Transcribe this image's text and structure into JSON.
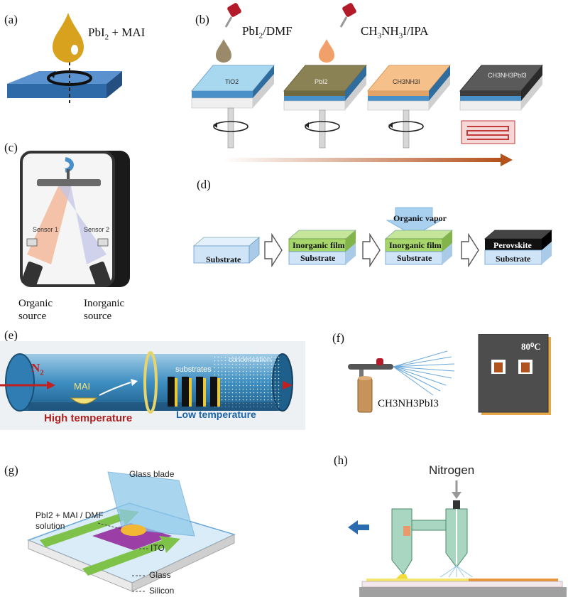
{
  "panels": {
    "a": {
      "label": "(a)",
      "drop_text_main": "PbI",
      "drop_text_sub": "2",
      "drop_text_rest": " + MAI"
    },
    "b": {
      "label": "(b)",
      "pipette1_main": "PbI",
      "pipette1_sub": "2",
      "pipette1_rest": "/DMF",
      "pipette2_text": "CH",
      "pipette2_sub1": "3",
      "pipette2_mid": "NH",
      "pipette2_sub2": "3",
      "pipette2_rest": "I/IPA",
      "layers": [
        "TiO2",
        "PbI2",
        "CH3NH3I",
        "CH3NH3PbI3"
      ]
    },
    "c": {
      "label": "(c)",
      "sensor1": "Sensor 1",
      "sensor2": "Sensor 2",
      "source_left_1": "Organic",
      "source_left_2": "source",
      "source_right_1": "Inorganic",
      "source_right_2": "source"
    },
    "d": {
      "label": "(d)",
      "step1": "Substrate",
      "step2_film": "Inorganic film",
      "step2_sub": "Substrate",
      "vapor": "Organic vapor",
      "step3_film": "Inorganic film",
      "step3_sub": "Substrate",
      "step4_top": "Perovskite",
      "step4_sub": "Substrate"
    },
    "e": {
      "label": "(e)",
      "gas": "N",
      "gas_sub": "2",
      "mai": "MAI",
      "substrates": "substrates",
      "condensation_1": "MAI",
      "condensation_2": "condensation",
      "high": "High temperature",
      "low": "Low temperature"
    },
    "f": {
      "label": "(f)",
      "solution": "CH3NH3PbI3",
      "temp": "80⁰C"
    },
    "g": {
      "label": "(g)",
      "blade": "Glass blade",
      "sol_1": "PbI2 + MAI / DMF",
      "sol_2": "solution",
      "ito": "ITO",
      "glass": "Glass",
      "silicon": "Silicon"
    },
    "h": {
      "label": "(h)",
      "nitrogen": "Nitrogen"
    }
  },
  "colors": {
    "tio2": "#a8d8f0",
    "pbi2": "#8a8255",
    "mai": "#f5c08a",
    "perovskite": "#555555",
    "substrate": "#cfe4f7",
    "film_green": "#a6d66a",
    "arrow_orange": "#c0632a",
    "tube_blue": "#3a88b9"
  }
}
